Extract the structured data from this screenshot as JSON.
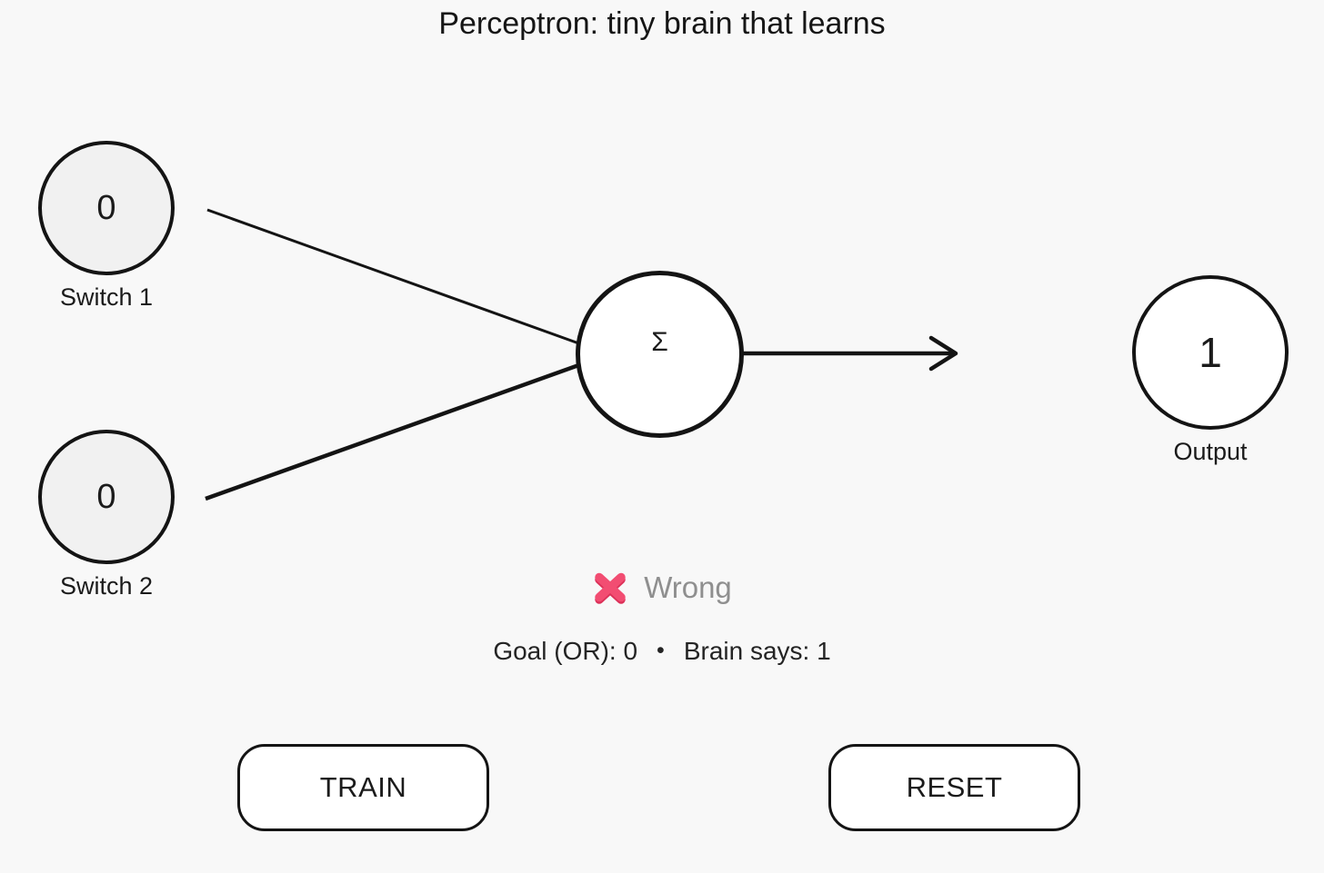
{
  "title": "Perceptron: tiny brain that learns",
  "colors": {
    "background": "#f8f8f8",
    "ink": "#141414",
    "input_node_fill": "#f1f1f1",
    "node_fill": "#ffffff",
    "wrong_icon_pink": "#f24d72",
    "wrong_icon_pink_dark": "#dc3159",
    "wrong_text_gray": "#8f8f8f"
  },
  "inputs": [
    {
      "value": "0",
      "label": "Switch 1"
    },
    {
      "value": "0",
      "label": "Switch 2"
    }
  ],
  "neuron": {
    "symbol": "Σ"
  },
  "output": {
    "value": "1",
    "label": "Output"
  },
  "status": {
    "icon": "cross-icon",
    "text": "Wrong",
    "goal": {
      "label": "Goal (OR):",
      "value": "0"
    },
    "separator": "•",
    "brain": {
      "label": "Brain says:",
      "value": "1"
    }
  },
  "buttons": {
    "train": "TRAIN",
    "reset": "RESET"
  }
}
